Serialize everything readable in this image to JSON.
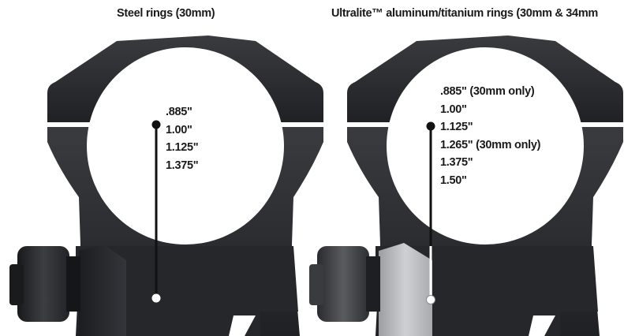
{
  "left_panel": {
    "title": "Steel rings (30mm)",
    "sizes": [
      ".885\"",
      "1.00\"",
      "1.125\"",
      "1.375\""
    ],
    "ring_color": "#2b2c2f",
    "clamp_color": "#2e2f32"
  },
  "right_panel": {
    "title": "Ultralite™ aluminum/titanium rings (30mm & 34mm",
    "sizes": [
      ".885\" (30mm only)",
      "1.00\"",
      "1.125\"",
      "1.265\" (30mm only)",
      "1.375\"",
      "1.50\""
    ],
    "ring_color": "#2b2c2f",
    "clamp_color": "#b9b9bb"
  },
  "indicator_color": "#111111"
}
